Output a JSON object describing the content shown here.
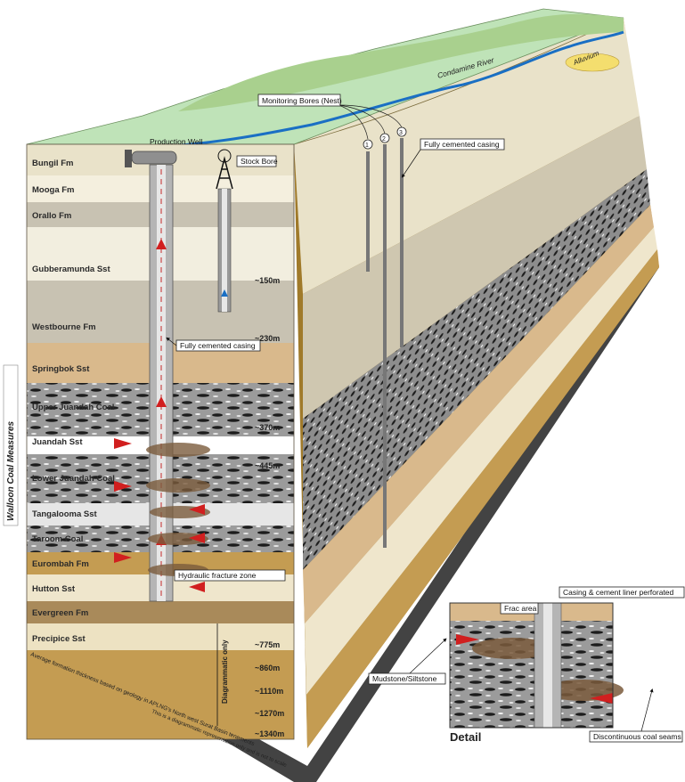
{
  "colors": {
    "surface": "#bfe3b8",
    "hill": "#a9d08e",
    "river": "#1a6fc4",
    "casing": "#9a9a9a",
    "flow_arrow": "#d11f1f",
    "coal_matrix": "#9e9e9e",
    "sandstone_tan": "#d9b98c",
    "clay_beige": "#e9e2c9",
    "shale_grey": "#c8c2b2",
    "side_brown": "#a07a2a"
  },
  "surface_labels": {
    "river": "Condamine River",
    "alluvium": "Alluvium",
    "monitoring": "Monitoring Bores (Nest)",
    "production_well": "Production Well",
    "stock_bore": "Stock Bore",
    "bores": [
      "1",
      "2",
      "3"
    ]
  },
  "callouts": {
    "casing_upper": "Fully cemented casing",
    "casing_lower": "Fully cemented casing",
    "fracture_zone": "Hydraulic fracture zone"
  },
  "group_label": "Walloon Coal Measures",
  "formations": [
    {
      "name": "Bungil Fm"
    },
    {
      "name": "Mooga Fm"
    },
    {
      "name": "Orallo Fm"
    },
    {
      "name": "Gubberamunda Sst"
    },
    {
      "name": "Westbourne Fm"
    },
    {
      "name": "Springbok Sst"
    },
    {
      "name": "Upper Juandah Coal"
    },
    {
      "name": "Juandah Sst"
    },
    {
      "name": "Lower Juandah Coal"
    },
    {
      "name": "Tangalooma Sst"
    },
    {
      "name": "Taroom Coal"
    },
    {
      "name": "Eurombah Fm"
    },
    {
      "name": "Hutton Sst"
    },
    {
      "name": "Evergreen Fm"
    },
    {
      "name": "Precipice Sst"
    }
  ],
  "depths": [
    "~150m",
    "~230m",
    "~370m",
    "~445m",
    "~775m",
    "~860m",
    "~1110m",
    "~1270m",
    "~1340m"
  ],
  "notes": {
    "thickness": "Average formation thickness based on geology in APLNG's North west Surat Basin tenements",
    "diagrammatic": "Diagrammatic only",
    "disclaimer": "This is a diagrammatic representation only and is not to scale"
  },
  "detail": {
    "title": "Detail",
    "frac_area": "Frac area",
    "liner": "Casing & cement liner perforated",
    "mudstone": "Mudstone/Siltstone",
    "coal_seams": "Discontinuous coal seams"
  }
}
